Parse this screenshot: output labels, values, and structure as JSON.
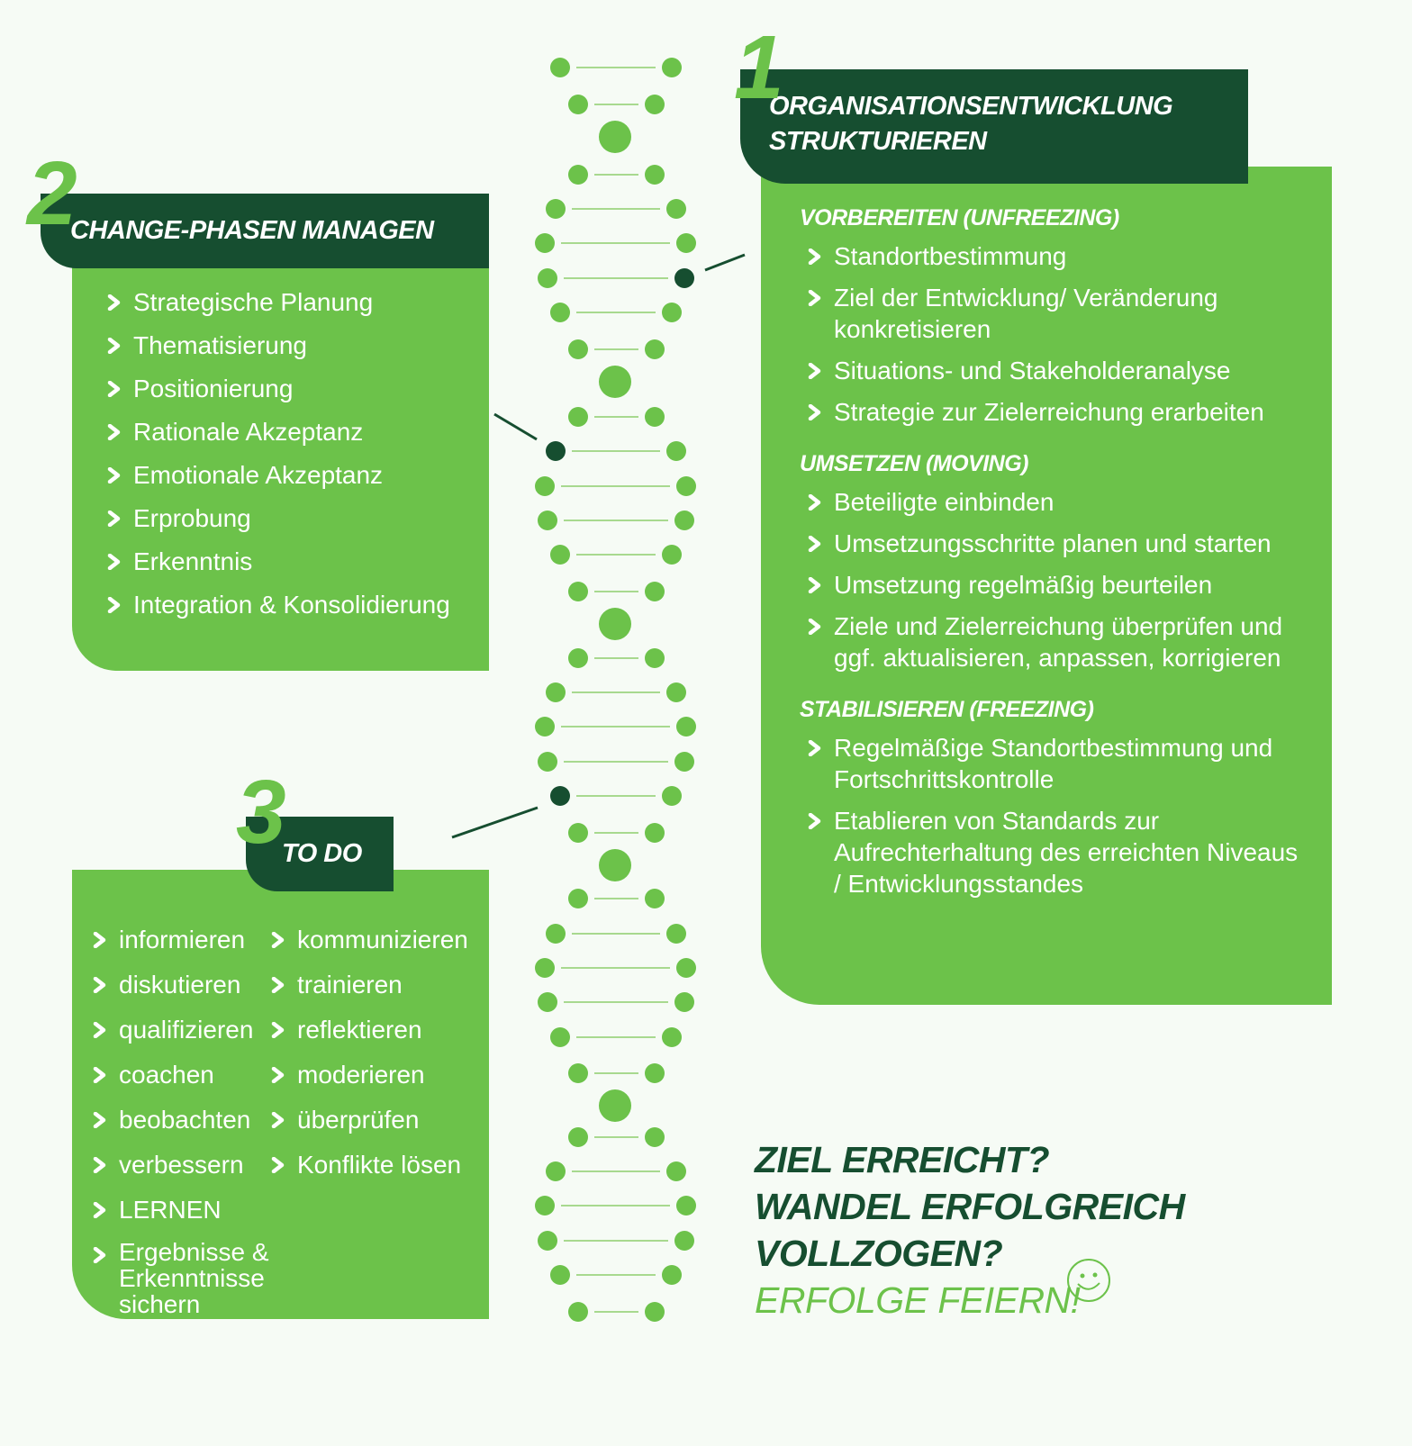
{
  "colors": {
    "dark": "#164e30",
    "green": "#6cc24a",
    "rung": "#a8d98f",
    "background": "#f6fbf5"
  },
  "section1": {
    "number": "1",
    "title_lines": [
      "ORGANISATIONSENTWICKLUNG",
      "STRUKTURIEREN"
    ],
    "groups": [
      {
        "title": "VORBEREITEN (UNFREEZING)",
        "items": [
          "Standortbestimmung",
          "Ziel der Entwicklung/ Veränderung konkretisieren",
          "Situations- und Stakeholderanalyse",
          "Strategie zur Zielerreichung erarbeiten"
        ]
      },
      {
        "title": "UMSETZEN (MOVING)",
        "items": [
          "Beteiligte einbinden",
          "Umsetzungsschritte planen und starten",
          "Umsetzung regelmäßig beurteilen",
          "Ziele und Zielerreichung überprüfen und ggf. aktualisieren, anpassen, korrigieren"
        ]
      },
      {
        "title": "STABILISIEREN (FREEZING)",
        "items": [
          "Regelmäßige Standortbestimmung und Fortschrittskontrolle",
          "Etablieren von Standards zur Aufrechterhaltung des erreichten Niveaus / Entwicklungsstandes"
        ]
      }
    ]
  },
  "section2": {
    "number": "2",
    "title": "CHANGE-PHASEN MANAGEN",
    "items": [
      "Strategische Planung",
      "Thematisierung",
      "Positionierung",
      "Rationale Akzeptanz",
      "Emotionale Akzeptanz",
      "Erprobung",
      "Erkenntnis",
      "Integration & Konsolidierung"
    ]
  },
  "section3": {
    "number": "3",
    "title": "TO DO",
    "col1": [
      "informieren",
      "diskutieren",
      "qualifizieren",
      "coachen",
      "beobachten",
      "verbessern",
      "LERNEN",
      "Ergebnisse & Erkenntnisse sichern"
    ],
    "col2": [
      "kommunizieren",
      "trainieren",
      "reflektieren",
      "moderieren",
      "überprüfen",
      "Konflikte lösen"
    ]
  },
  "closing": {
    "lines": [
      "ZIEL ERREICHT?",
      "WANDEL ERFOLGREICH",
      "VOLLZOGEN?"
    ],
    "celebrate": "ERFOLGE FEIERN!",
    "icon": "smiley-icon"
  }
}
